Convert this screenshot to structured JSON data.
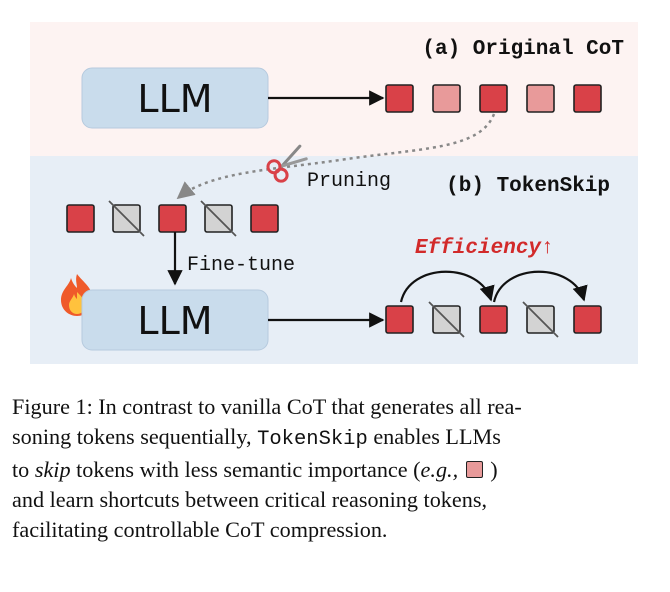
{
  "panel_a": {
    "title": "(a) Original CoT",
    "llm_label": "LLM"
  },
  "panel_b": {
    "title": "(b) TokenSkip",
    "llm_label": "LLM",
    "pruning_label": "Pruning",
    "finetune_label": "Fine-tune",
    "efficiency_label": "Efficiency↑"
  },
  "token_sequences": {
    "original": [
      "critical",
      "less-important",
      "critical",
      "less-important",
      "critical"
    ],
    "pruned": [
      "critical",
      "skipped",
      "critical",
      "skipped",
      "critical"
    ],
    "output": [
      "critical",
      "skipped",
      "critical",
      "skipped",
      "critical"
    ]
  },
  "colors": {
    "panel_a_bg": "#fdf3f2",
    "panel_b_bg": "#e7eef6",
    "llm_box": "#c9dcec",
    "critical_token": "#d94148",
    "less_important_token": "#e89a9a",
    "skipped_token": "#d3d3d3",
    "efficiency_text": "#d22a2a"
  },
  "caption": {
    "prefix": "Figure 1: In contrast to vanilla CoT that generates all rea-",
    "line2_a": "soning tokens sequentially,",
    "tokenskip": "TokenSkip",
    "line2_b": "enables LLMs",
    "line3_a": "to",
    "skip": "skip",
    "line3_b": "tokens with less semantic importance (",
    "eg": "e.g.,",
    "line3_c": ")",
    "line4": "and learn shortcuts between critical reasoning tokens,",
    "line5": "facilitating controllable CoT compression."
  }
}
